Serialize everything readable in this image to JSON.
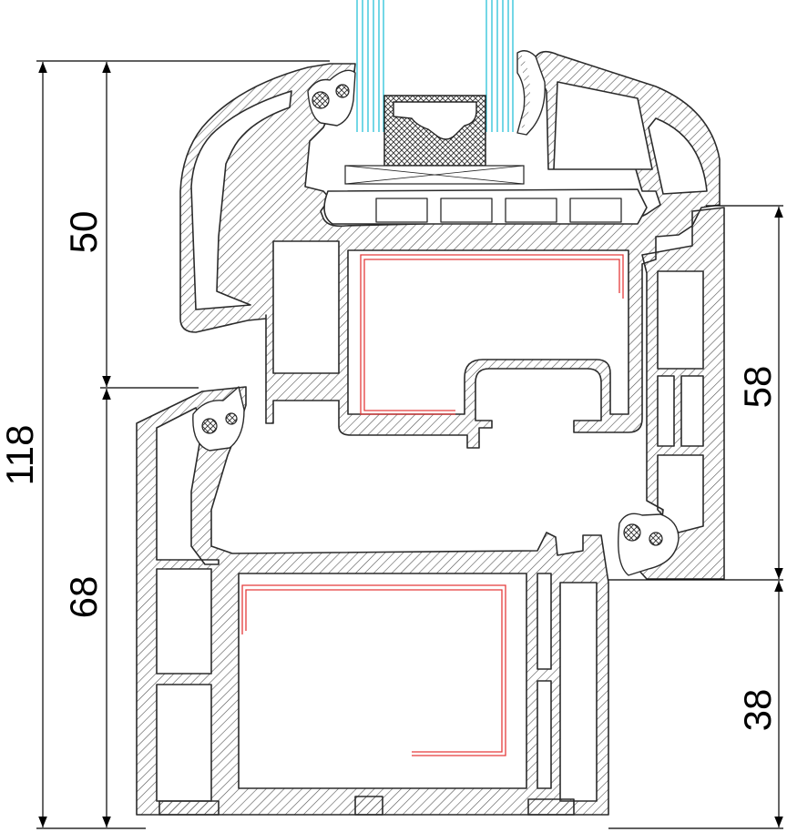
{
  "dimensions": {
    "total": "118",
    "sash_height": "50",
    "frame_height": "68",
    "frame_depth": "58",
    "outer_step": "38"
  },
  "colors": {
    "profile_line": "#2b2b2b",
    "hatch": "#555555",
    "glass": "#38c6dc",
    "reinforcement": "#e53b3b",
    "dimension": "#000000"
  }
}
